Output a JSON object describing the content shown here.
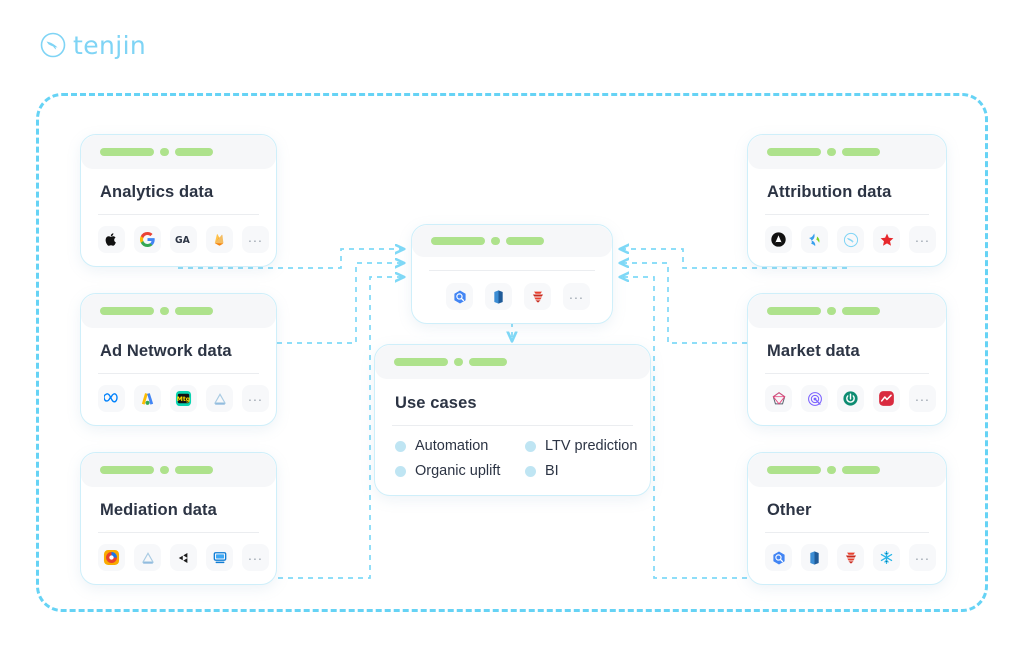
{
  "brand": {
    "name": "tenjin",
    "logo_icon": "tenjin-bird-circle-icon",
    "color": "#7FD4F5"
  },
  "colors": {
    "accent": "#66D3F5",
    "connector": "#7FD9F7",
    "card_border": "#CFEFFA",
    "pill_green": "#AEE28C",
    "title_text": "#2C3444",
    "bullet_dot": "#BFE5F3",
    "background": "#FFFFFF"
  },
  "frame": {
    "style": "dashed-rounded-container"
  },
  "cards": {
    "analytics": {
      "title": "Analytics data",
      "overflow_label": "...",
      "icons": [
        {
          "name": "apple-icon",
          "label": "Apple"
        },
        {
          "name": "google-icon",
          "label": "Google"
        },
        {
          "name": "google-analytics-icon",
          "label": "GA"
        },
        {
          "name": "firebase-icon",
          "label": "Firebase"
        }
      ]
    },
    "adnetwork": {
      "title": "Ad Network data",
      "overflow_label": "...",
      "icons": [
        {
          "name": "meta-icon",
          "label": "Meta"
        },
        {
          "name": "google-ads-icon",
          "label": "Google Ads"
        },
        {
          "name": "mintegral-icon",
          "label": "Mintegral"
        },
        {
          "name": "applovin-icon",
          "label": "AppLovin"
        }
      ]
    },
    "mediation": {
      "title": "Mediation data",
      "overflow_label": "...",
      "icons": [
        {
          "name": "admob-icon",
          "label": "AdMob"
        },
        {
          "name": "applovin-icon",
          "label": "AppLovin"
        },
        {
          "name": "unity-icon",
          "label": "Unity"
        },
        {
          "name": "ironsource-icon",
          "label": "ironSource"
        }
      ]
    },
    "attribution": {
      "title": "Attribution data",
      "overflow_label": "...",
      "icons": [
        {
          "name": "appsflyer-icon",
          "label": "AppsFlyer"
        },
        {
          "name": "branch-icon",
          "label": "Branch"
        },
        {
          "name": "tenjin-icon",
          "label": "Tenjin"
        },
        {
          "name": "adjust-icon",
          "label": "Adjust"
        }
      ]
    },
    "market": {
      "title": "Market data",
      "overflow_label": "...",
      "icons": [
        {
          "name": "sensor-tower-icon",
          "label": "Sensor Tower"
        },
        {
          "name": "appmagic-icon",
          "label": "AppMagic"
        },
        {
          "name": "data-ai-icon",
          "label": "data.ai"
        },
        {
          "name": "apptopia-icon",
          "label": "Apptopia"
        }
      ]
    },
    "other": {
      "title": "Other",
      "overflow_label": "...",
      "icons": [
        {
          "name": "bigquery-icon",
          "label": "BigQuery"
        },
        {
          "name": "redshift-icon",
          "label": "Redshift"
        },
        {
          "name": "databricks-icon",
          "label": "Databricks"
        },
        {
          "name": "snowflake-icon",
          "label": "Snowflake"
        }
      ]
    },
    "center": {
      "title": "",
      "overflow_label": "...",
      "icons": [
        {
          "name": "bigquery-icon",
          "label": "BigQuery"
        },
        {
          "name": "redshift-icon",
          "label": "Redshift"
        },
        {
          "name": "databricks-icon",
          "label": "Databricks"
        }
      ]
    },
    "usecases": {
      "title": "Use cases",
      "items": [
        {
          "label": "Automation"
        },
        {
          "label": "LTV prediction"
        },
        {
          "label": "Organic uplift"
        },
        {
          "label": "BI"
        }
      ]
    }
  }
}
